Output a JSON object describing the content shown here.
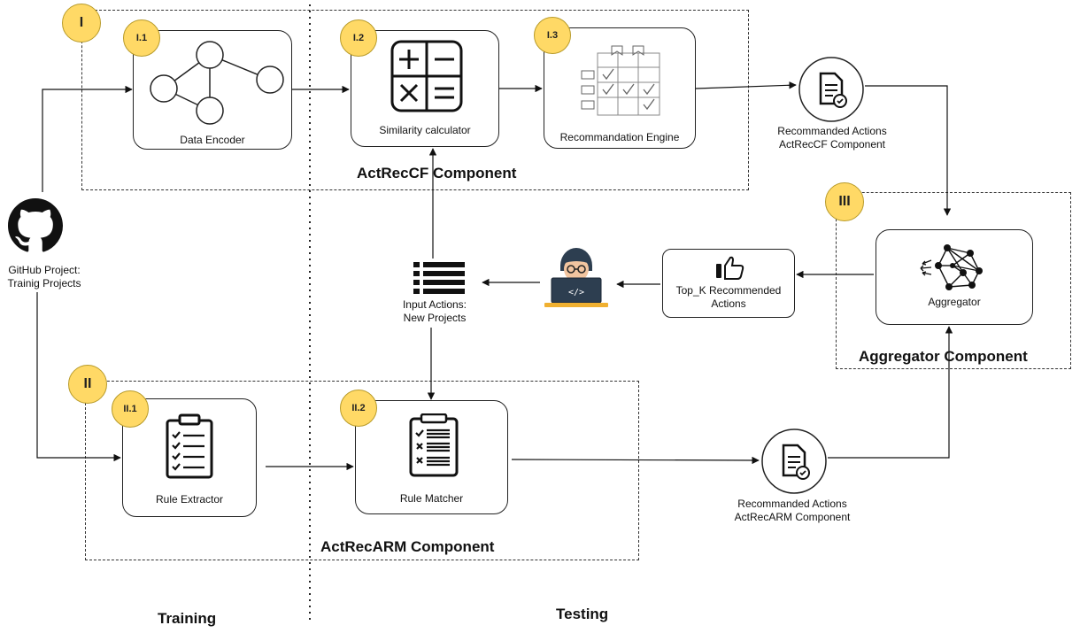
{
  "groups": {
    "cf": {
      "badge": "I",
      "title": "ActRecCF Component"
    },
    "arm": {
      "badge": "II",
      "title": "ActRecARM Component"
    },
    "agg": {
      "badge": "III",
      "title": "Aggregator Component"
    }
  },
  "nodes": {
    "data_encoder": {
      "badge": "I.1",
      "label": "Data Encoder"
    },
    "similarity": {
      "badge": "I.2",
      "label": "Similarity calculator"
    },
    "rec_engine": {
      "badge": "I.3",
      "label": "Recommandation Engine"
    },
    "rule_extractor": {
      "badge": "II.1",
      "label": "Rule Extractor"
    },
    "rule_matcher": {
      "badge": "II.2",
      "label": "Rule Matcher"
    },
    "aggregator": {
      "label": "Aggregator"
    },
    "topk": {
      "label_line1": "Top_K Recommended",
      "label_line2": "Actions"
    }
  },
  "captions": {
    "github": {
      "line1": "GitHub Project:",
      "line2": "Trainig Projects"
    },
    "input": {
      "line1": "Input Actions:",
      "line2": "New Projects"
    },
    "rec_cf": {
      "line1": "Recommanded Actions",
      "line2": "ActRecCF Component"
    },
    "rec_arm": {
      "line1": "Recommanded Actions",
      "line2": "ActRecARM Component"
    }
  },
  "phases": {
    "training": "Training",
    "testing": "Testing"
  },
  "colors": {
    "badge_fill": "#ffd966",
    "line": "#222222"
  }
}
